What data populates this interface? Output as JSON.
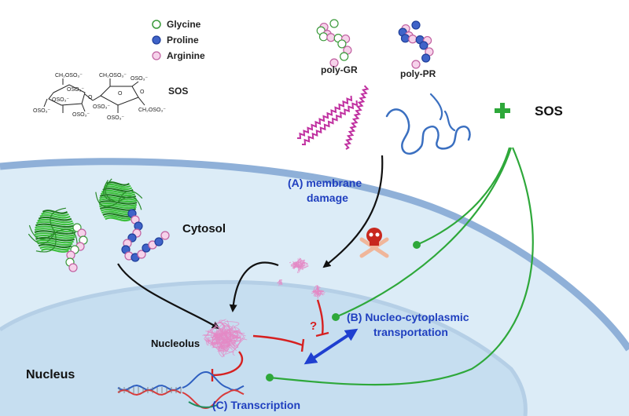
{
  "legend": {
    "items": [
      {
        "label": "Glycine",
        "fill": "#ffffff",
        "stroke": "#3a9a3a"
      },
      {
        "label": "Proline",
        "fill": "#3f63c8",
        "stroke": "#1f3f9a"
      },
      {
        "label": "Arginine",
        "fill": "#f6d2ea",
        "stroke": "#c060a0"
      }
    ]
  },
  "sos_structure": {
    "label": "SOS",
    "groups": [
      "CH₂OSO₃⁻",
      "OSO₃⁻",
      "OSO₃⁻",
      "OSO₃⁻",
      "OSO₃⁻",
      "O",
      "O",
      "CH₂OSO₃⁻",
      "OSO₃⁻",
      "O",
      "OSO₃⁻",
      "OSO₃⁻",
      "CH₂OSO₃⁻"
    ]
  },
  "peptides": {
    "poly_gr": "poly-GR",
    "poly_pr": "poly-PR"
  },
  "sos_plus": {
    "symbol": "+",
    "label": "SOS"
  },
  "labels": {
    "membrane_damage_1": "(A) membrane",
    "membrane_damage_2": "damage",
    "cytosol": "Cytosol",
    "nucleolus": "Nucleolus",
    "nucleus": "Nucleus",
    "nucleo_1": "(B) Nucleo-cytoplasmic",
    "nucleo_2": "transportation",
    "transcription": "(C) Transcription",
    "question": "?"
  },
  "colors": {
    "cell": "#dcecf7",
    "membrane": "#8fb0d8",
    "nucleus": "#c6def0",
    "nuclear_envelope": "#b5cfe6",
    "inhibit": "#d62020",
    "sos_green": "#2ea83a",
    "arrow_black": "#111111",
    "bidir_blue": "#1f3fd0",
    "pr_fiber": "#3a6fc0",
    "gr_fiber": "#c030a0"
  }
}
